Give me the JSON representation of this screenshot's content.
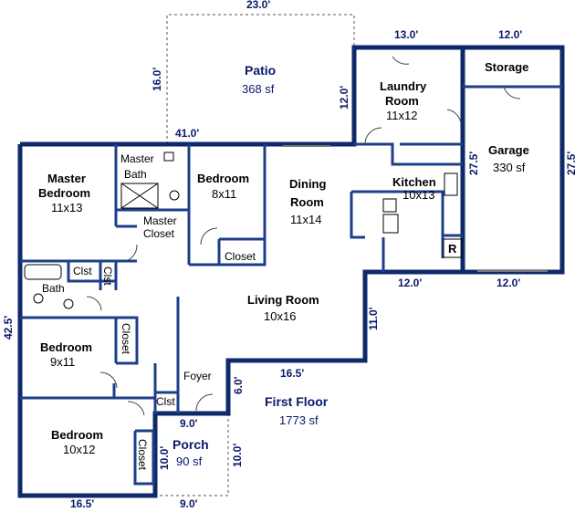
{
  "dimensions": {
    "top_23": "23.0'",
    "patio_16": "16.0'",
    "patio_12": "12.0'",
    "top_41": "41.0'",
    "laundry_13": "13.0'",
    "storage_12": "12.0'",
    "garage_27_left": "27.5'",
    "garage_27_right": "27.5'",
    "kitchen_12": "12.0'",
    "garage_12": "12.0'",
    "left_42": "42.5'",
    "living_11": "11.0'",
    "living_16": "16.5'",
    "foyer_6": "6.0'",
    "porch_9_top": "9.0'",
    "porch_10_left": "10.0'",
    "porch_10_right": "10.0'",
    "bottom_16": "16.5'",
    "porch_9_bottom": "9.0'"
  },
  "rooms": {
    "patio": {
      "name": "Patio",
      "size": "368 sf"
    },
    "laundry": {
      "name1": "Laundry",
      "name2": "Room",
      "size": "11x12"
    },
    "storage": {
      "name": "Storage"
    },
    "garage": {
      "name": "Garage",
      "size": "330 sf"
    },
    "master_bedroom": {
      "name1": "Master",
      "name2": "Bedroom",
      "size": "11x13"
    },
    "master_bath": {
      "name1": "Master",
      "name2": "Bath"
    },
    "master_closet": {
      "name1": "Master",
      "name2": "Closet"
    },
    "bedroom_center": {
      "name": "Bedroom",
      "size": "8x11"
    },
    "closet_center": {
      "name": "Closet"
    },
    "dining": {
      "name1": "Dining",
      "name2": "Room",
      "size": "11x14"
    },
    "kitchen": {
      "name": "Kitchen",
      "size": "10x13"
    },
    "fridge": {
      "label": "R"
    },
    "bath": {
      "name": "Bath"
    },
    "clst1": {
      "name": "Clst"
    },
    "clst2": {
      "name": "Clst"
    },
    "living": {
      "name": "Living Room",
      "size": "10x16"
    },
    "bedroom_mid": {
      "name": "Bedroom",
      "size": "9x11"
    },
    "closet_mid": {
      "name": "Closet"
    },
    "foyer": {
      "name": "Foyer"
    },
    "clst3": {
      "name": "Clst"
    },
    "bedroom_bottom": {
      "name": "Bedroom",
      "size": "10x12"
    },
    "closet_bottom": {
      "name": "Closet"
    },
    "porch": {
      "name": "Porch",
      "size": "90 sf"
    }
  },
  "floor": {
    "name": "First Floor",
    "size": "1773 sf"
  }
}
